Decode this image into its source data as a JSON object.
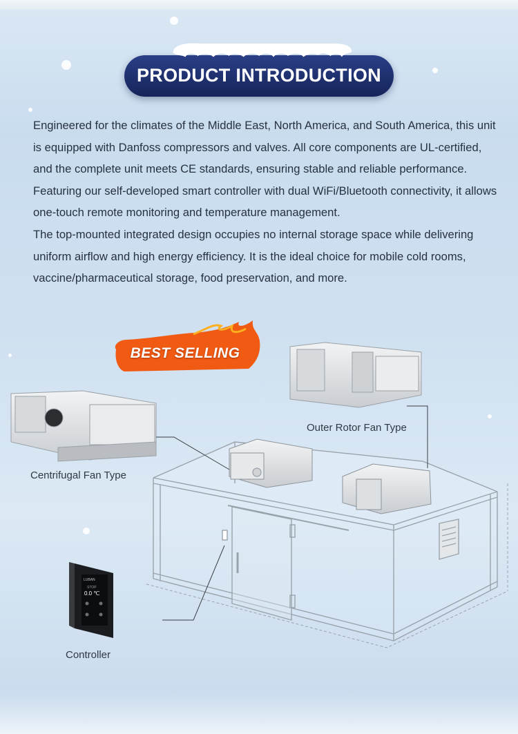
{
  "header": {
    "title": "PRODUCT INTRODUCTION"
  },
  "intro": {
    "paragraphs": [
      "Engineered for the climates of the Middle East, North America, and South America, this unit is equipped with Danfoss compressors and valves. All core components are UL-certified, and the complete unit meets CE standards, ensuring stable and reliable performance.",
      "Featuring our self-developed smart controller with dual WiFi/Bluetooth connectivity, it allows one-touch remote monitoring and temperature management.",
      "The top-mounted integrated design occupies no internal storage space while delivering uniform airflow and high energy efficiency. It is the ideal choice for mobile cold rooms, vaccine/pharmaceutical storage, food preservation, and more."
    ]
  },
  "badge": {
    "label": "BEST SELLING",
    "color": "#f05a12"
  },
  "labels": {
    "centrifugal": "Centrifugal Fan Type",
    "outer_rotor": "Outer Rotor Fan Type",
    "controller": "Controller"
  },
  "controller_screen": {
    "brand": "LUBAN",
    "mode": "STOP",
    "temperature": "0.0 ℃"
  },
  "colors": {
    "banner": "#1f3070",
    "accent": "#f05a12",
    "text": "#273240"
  }
}
